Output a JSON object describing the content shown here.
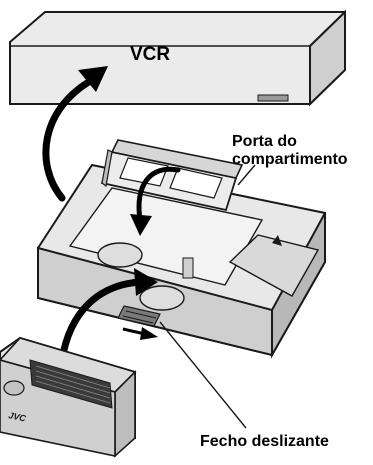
{
  "labels": {
    "vcr": "VCR",
    "door_line1": "Porta do",
    "door_line2": "compartimento",
    "latch": "Fecho deslizante"
  },
  "tape_brand": "JVC",
  "colors": {
    "device_fill": "#e6e6e6",
    "device_shade": "#bdbdbd",
    "outline": "#1a1a1a",
    "arrow": "#000000"
  }
}
